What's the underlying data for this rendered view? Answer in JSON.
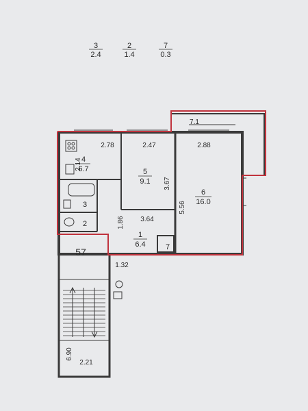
{
  "legend": [
    {
      "num": "3",
      "area": "2.4"
    },
    {
      "num": "2",
      "area": "1.4"
    },
    {
      "num": "7",
      "area": "0.3"
    }
  ],
  "rooms": {
    "r1": {
      "num": "1",
      "area": "6.4"
    },
    "r2": {
      "num": "2"
    },
    "r3": {
      "num": "3"
    },
    "r4": {
      "num": "4",
      "area": "6.7"
    },
    "r5": {
      "num": "5",
      "area": "9.1"
    },
    "r6": {
      "num": "6",
      "area": "16.0"
    },
    "r7": {
      "num": "7"
    }
  },
  "dimensions": {
    "d_278": "2.78",
    "d_247": "2.47",
    "d_288": "2.88",
    "d_71": "7.1",
    "d_214": "2.14",
    "d_367": "3.67",
    "d_556": "5.56",
    "d_364": "3.64",
    "d_186": "1.86",
    "d_132": "1.32",
    "d_690": "6.90",
    "d_221": "2.21"
  },
  "stair_label": "57",
  "colors": {
    "paper": "#e9eaec",
    "wall": "#3a3a3a",
    "outline": "#c0333d"
  }
}
